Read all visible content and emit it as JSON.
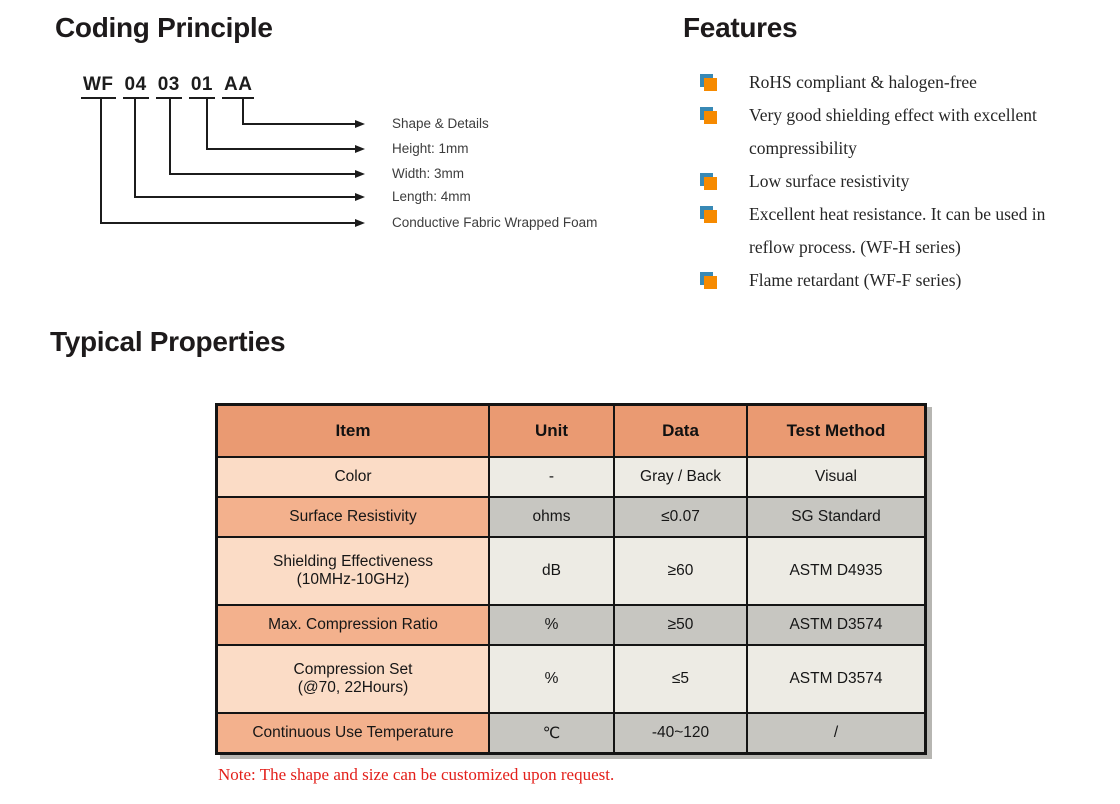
{
  "coding_principle": {
    "title": "Coding Principle",
    "code_parts": [
      "WF",
      "04",
      "03",
      "01",
      "AA"
    ],
    "labels": [
      "Shape & Details",
      "Height: 1mm",
      "Width: 3mm",
      "Length: 4mm",
      "Conductive Fabric Wrapped Foam"
    ]
  },
  "features": {
    "title": "Features",
    "items": [
      "RoHS compliant & halogen-free",
      "Very good shielding effect with excellent compressibility",
      "Low surface resistivity",
      "Excellent heat resistance. It can be used in reflow process. (WF-H series)",
      "Flame retardant (WF-F series)"
    ]
  },
  "typical_properties": {
    "title": "Typical Properties",
    "table": {
      "headers": [
        "Item",
        "Unit",
        "Data",
        "Test Method"
      ],
      "rows": [
        {
          "item": "Color",
          "unit": "-",
          "data": "Gray / Back",
          "test_method": "Visual"
        },
        {
          "item": "Surface Resistivity",
          "unit": "ohms",
          "data": "≤0.07",
          "test_method": "SG Standard"
        },
        {
          "item": "Shielding Effectiveness\n(10MHz-10GHz)",
          "unit": "dB",
          "data": "≥60",
          "test_method": "ASTM D4935"
        },
        {
          "item": "Max. Compression Ratio",
          "unit": "%",
          "data": "≥50",
          "test_method": "ASTM D3574"
        },
        {
          "item": "Compression Set\n(@70, 22Hours)",
          "unit": "%",
          "data": "≤5",
          "test_method": "ASTM D3574"
        },
        {
          "item": "Continuous Use Temperature",
          "unit": "℃",
          "data": "-40~120",
          "test_method": "/"
        }
      ]
    },
    "note": "Note: The shape and size can be customized upon request."
  },
  "colors": {
    "table_header_bg": "#ea9a72",
    "item_light_bg": "#fbdcc6",
    "item_dark_bg": "#f3b18d",
    "cell_light_bg": "#edebe4",
    "cell_dark_bg": "#c7c6c1",
    "bullet_orange": "#f68a00",
    "bullet_blue": "#3889b5",
    "note_red": "#e3201b",
    "diagram_line": "#1c1c1c"
  }
}
